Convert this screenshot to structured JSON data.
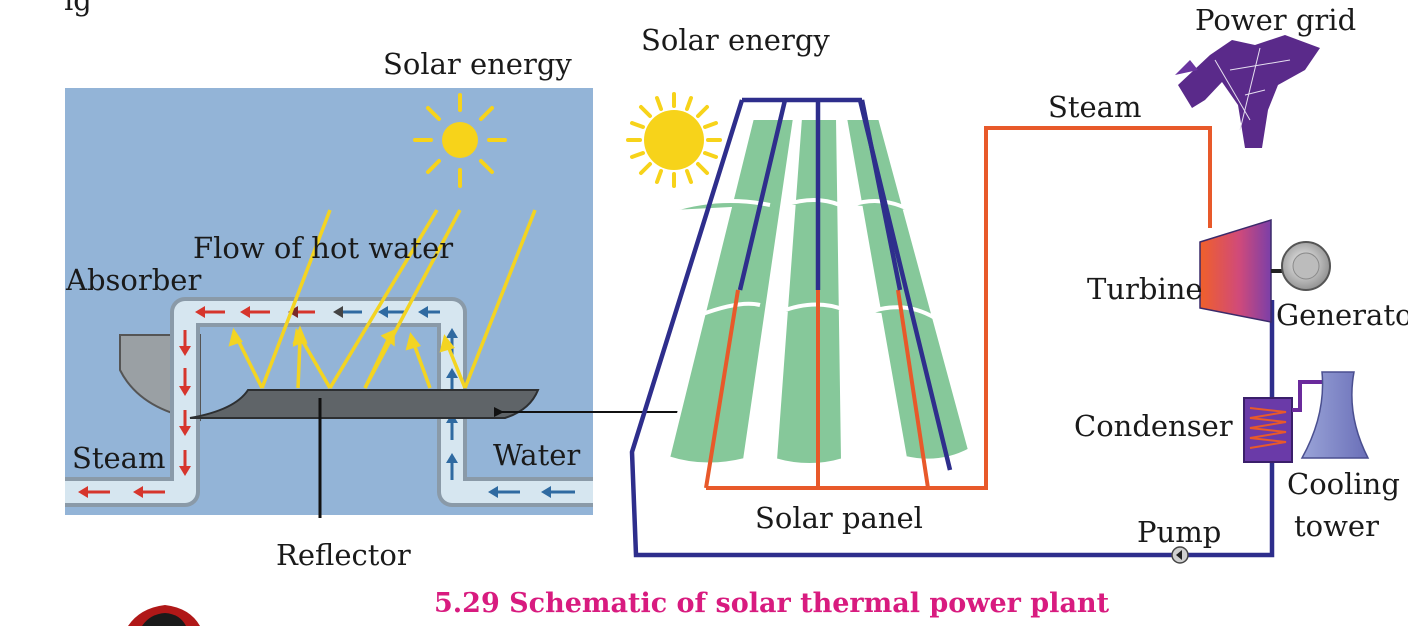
{
  "top_fragment": "ig",
  "left_panel": {
    "solar_energy": "Solar energy",
    "flow_of_hot_water": "Flow of hot water",
    "absorber": "Absorber",
    "steam": "Steam",
    "water": "Water",
    "reflector": "Reflector"
  },
  "right_panel": {
    "solar_energy": "Solar energy",
    "power_grid": "Power grid",
    "steam": "Steam",
    "turbine": "Turbine",
    "generator": "Generator",
    "condenser": "Condenser",
    "cooling_tower_line1": "Cooling",
    "cooling_tower_line2": "tower",
    "solar_panel": "Solar panel",
    "pump": "Pump"
  },
  "caption": "5.29 Schematic of solar thermal power plant",
  "colors": {
    "sky": "#93b4d7",
    "pipe_fill": "#d6e6f0",
    "pipe_edge": "#8a9aa8",
    "hot_arrow": "#d6352c",
    "cold_arrow": "#2f6aa1",
    "ray": "#f3d422",
    "sun": "#f7d31a",
    "panel_green": "#86c89a",
    "loop_blue": "#2e2e8c",
    "loop_orange": "#e8592a",
    "caption": "#d81b7f"
  },
  "icons": [
    "sun-icon",
    "power-grid-tower-icon",
    "turbine-icon",
    "generator-icon",
    "condenser-icon",
    "cooling-tower-icon",
    "pump-icon"
  ]
}
